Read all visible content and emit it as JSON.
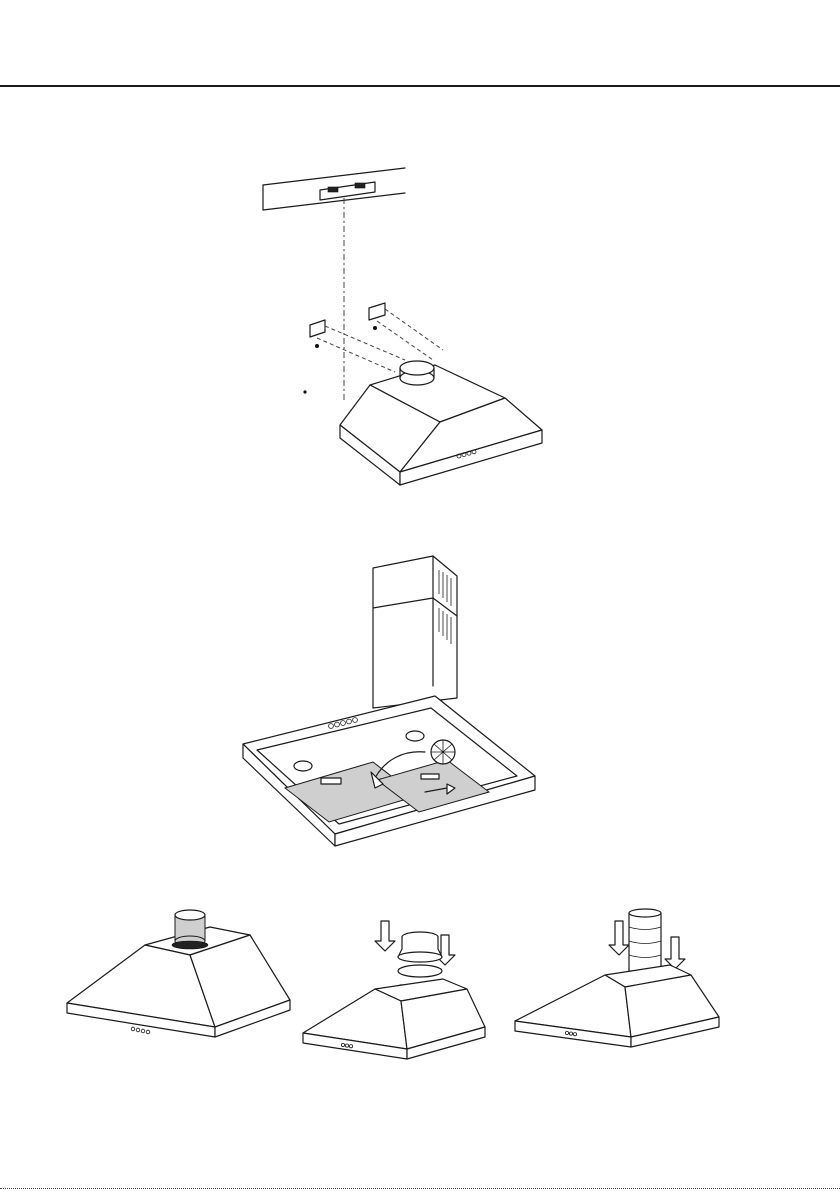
{
  "page": {
    "figures": [
      {
        "id": "bracket-mounting",
        "icon": "ceiling-bracket-hood-illustration"
      },
      {
        "id": "filter-removal",
        "icon": "chimney-hood-filter-illustration"
      },
      {
        "id": "duct-hood-with-pipe",
        "icon": "hood-with-duct-illustration"
      },
      {
        "id": "duct-adapter-fitting",
        "icon": "adapter-fitting-arrows-illustration"
      },
      {
        "id": "duct-flexible-pipe",
        "icon": "flexible-pipe-arrows-illustration"
      }
    ]
  }
}
